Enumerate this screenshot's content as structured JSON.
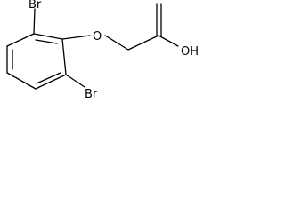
{
  "molecule": {
    "labels": {
      "bromine_top": "Br",
      "bromine_bottom": "Br",
      "ether_oxygen": "O",
      "hydroxyl": "OH"
    },
    "colors": {
      "bond": "#000000",
      "text": "#000000",
      "background": "#ffffff"
    }
  }
}
